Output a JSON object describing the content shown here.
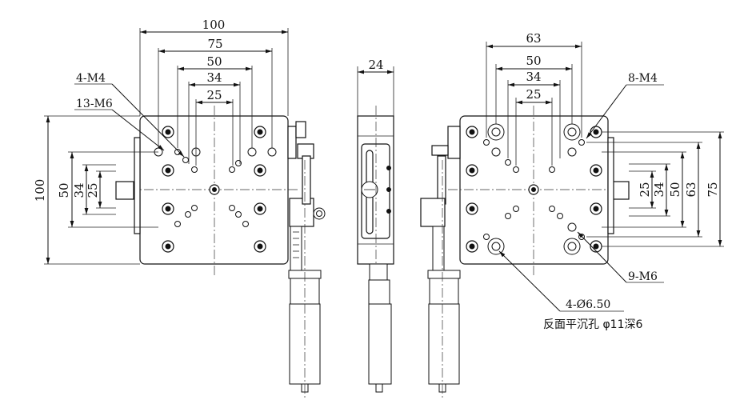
{
  "left_view": {
    "dims_top": [
      "100",
      "75",
      "50",
      "34",
      "25"
    ],
    "dims_left": [
      "100",
      "50",
      "34",
      "25"
    ],
    "labels": [
      "4-M4",
      "13-M6"
    ]
  },
  "side_view": {
    "dim_width": "24"
  },
  "right_view": {
    "dims_top": [
      "63",
      "50",
      "34",
      "25"
    ],
    "dims_right": [
      "25",
      "34",
      "50",
      "63",
      "75"
    ],
    "labels": [
      "8-M4",
      "9-M6"
    ],
    "note_line1": "4-Ø6.50",
    "note_line2": "反面平沉孔 φ11深6"
  }
}
